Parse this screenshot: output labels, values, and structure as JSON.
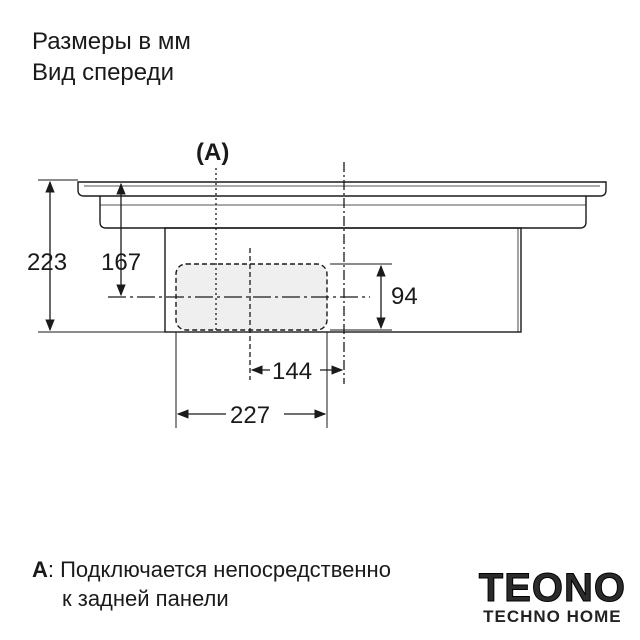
{
  "header": {
    "line1": "Размеры в мм",
    "line2": "Вид спереди"
  },
  "drawing": {
    "callout_label": "(A)",
    "dimensions": {
      "total_height": "223",
      "height_to_axis": "167",
      "opening_height": "94",
      "offset_144": "144",
      "offset_227": "227"
    }
  },
  "note": {
    "key": "A",
    "line1_text": ": Подключается непосредственно",
    "line2_text": "к задней панели"
  },
  "watermark": {
    "brand": "TEONO",
    "tagline": "TECHNO HOME"
  }
}
